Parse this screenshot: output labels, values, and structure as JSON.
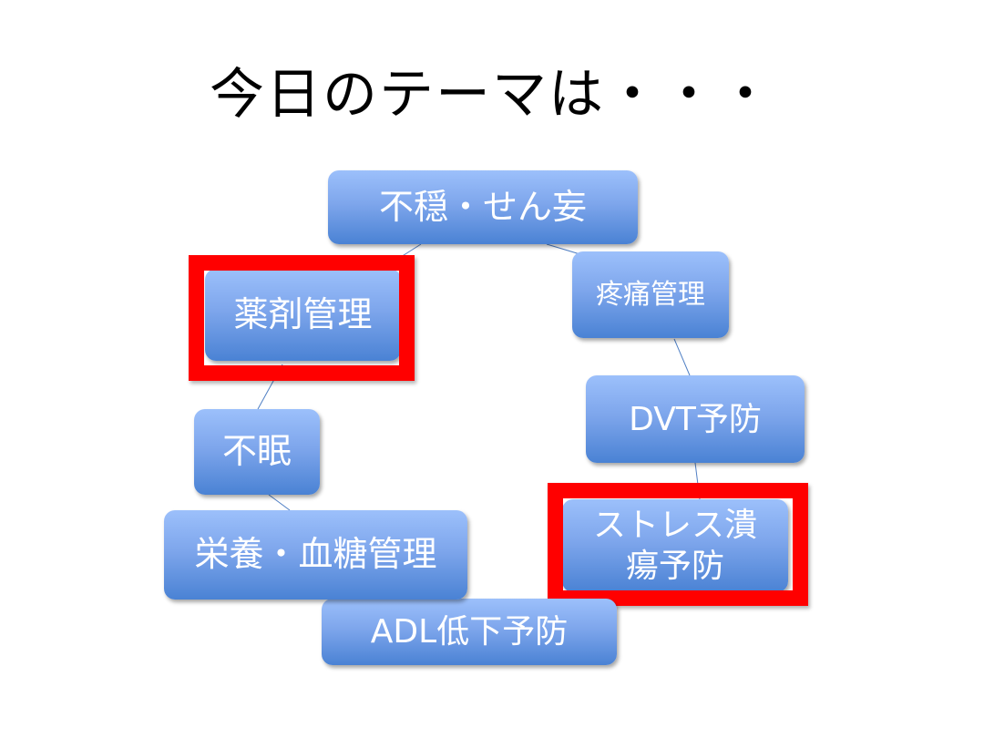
{
  "title": "今日のテーマは・・・",
  "colors": {
    "box_top": "#9cc0fb",
    "box_bottom": "#4a82d4",
    "highlight": "#ff0000",
    "connector": "#4f7fc4"
  },
  "nodes": {
    "restlessness": "不穏・せん妄",
    "pain": "疼痛管理",
    "medication": "薬剤管理",
    "dvt": "DVT予防",
    "insomnia": "不眠",
    "stress_ulcer": "ストレス潰瘍予防",
    "nutrition": "栄養・血糖管理",
    "adl": "ADL低下予防"
  }
}
